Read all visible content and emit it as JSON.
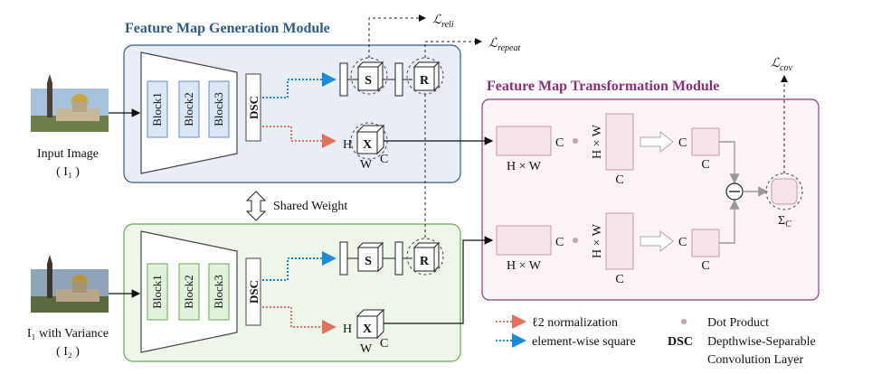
{
  "modules": {
    "generation_title": "Feature Map Generation Module",
    "transformation_title": "Feature Map Transformation Module"
  },
  "inputs": {
    "top_label": "Input Image",
    "top_id": "( I₁ )",
    "bottom_label": "I₁ with Variance",
    "bottom_id": "( I₂ )"
  },
  "blocks": [
    "Block1",
    "Block2",
    "Block3"
  ],
  "dsc": "DSC",
  "shared_weight": "Shared Weight",
  "nodes": {
    "s": "S",
    "r": "R",
    "x": "X"
  },
  "dims": {
    "h": "H",
    "w": "W",
    "c": "C",
    "hxw": "H × W",
    "sigma": "Σ",
    "sigma_sub": "C"
  },
  "losses": {
    "reli": "reli",
    "repeat": "repeat",
    "cov": "cov",
    "script_l": "ℒ"
  },
  "legend": {
    "l2": "ℓ2 normalization",
    "square": "element-wise square",
    "dot_product": "Dot Product",
    "dsc_key": "DSC",
    "dsc_desc_1": "Depthwise-Separable",
    "dsc_desc_2": "Convolution Layer"
  },
  "colors": {
    "gen_border": "#2e5c8a",
    "gen_fill": "#e9edf6",
    "green_border": "#6aa84f",
    "green_fill": "#eef6ea",
    "trans_border": "#8e3b7e",
    "trans_fill": "#fbf3f6",
    "l2_arrow": "#e07060",
    "square_arrow": "#1f8ad6",
    "pink_box": "#f6e4e8",
    "title_blue": "#2e5c8a",
    "title_purple": "#8e2d78"
  }
}
